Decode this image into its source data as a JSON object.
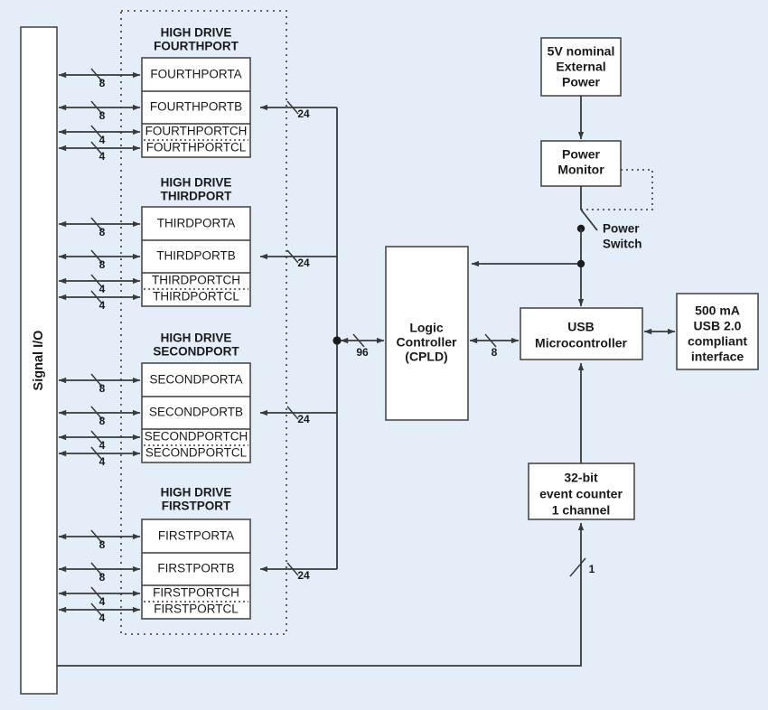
{
  "diagram": {
    "title": "Signal I/O block diagram",
    "background_color": "#e4eef8",
    "box_fill": "#ffffff",
    "line_color": "#3a3a3a"
  },
  "signal_io": {
    "label": "Signal I/O"
  },
  "port_groups": [
    {
      "id": "fourthport",
      "title_line1": "HIGH DRIVE",
      "title_line2": "FOURTHPORT",
      "rows": [
        {
          "label": "FOURTHPORTA",
          "width": "8"
        },
        {
          "label": "FOURTHPORTB",
          "width": "8"
        },
        {
          "label": "FOURTHPORTCH",
          "width": "4"
        },
        {
          "label": "FOURTHPORTCL",
          "width": "4"
        }
      ],
      "bus_width": "24"
    },
    {
      "id": "thirdport",
      "title_line1": "HIGH DRIVE",
      "title_line2": "THIRDPORT",
      "rows": [
        {
          "label": "THIRDPORTA",
          "width": "8"
        },
        {
          "label": "THIRDPORTB",
          "width": "8"
        },
        {
          "label": "THIRDPORTCH",
          "width": "4"
        },
        {
          "label": "THIRDPORTCL",
          "width": "4"
        }
      ],
      "bus_width": "24"
    },
    {
      "id": "secondport",
      "title_line1": "HIGH DRIVE",
      "title_line2": "SECONDPORT",
      "rows": [
        {
          "label": "SECONDPORTA",
          "width": "8"
        },
        {
          "label": "SECONDPORTB",
          "width": "8"
        },
        {
          "label": "SECONDPORTCH",
          "width": "4"
        },
        {
          "label": "SECONDPORTCL",
          "width": "4"
        }
      ],
      "bus_width": "24"
    },
    {
      "id": "firstport",
      "title_line1": "HIGH DRIVE",
      "title_line2": "FIRSTPORT",
      "rows": [
        {
          "label": "FIRSTPORTA",
          "width": "8"
        },
        {
          "label": "FIRSTPORTB",
          "width": "8"
        },
        {
          "label": "FIRSTPORTCH",
          "width": "4"
        },
        {
          "label": "FIRSTPORTCL",
          "width": "4"
        }
      ],
      "bus_width": "24"
    }
  ],
  "blocks": {
    "logic_controller": {
      "line1": "Logic",
      "line2": "Controller",
      "line3": "(CPLD)"
    },
    "usb_microcontroller": {
      "line1": "USB",
      "line2": "Microcontroller"
    },
    "usb_interface": {
      "line1": "500 mA",
      "line2": "USB 2.0",
      "line3": "compliant",
      "line4": "interface"
    },
    "external_power": {
      "line1": "5V nominal",
      "line2": "External",
      "line3": "Power"
    },
    "power_monitor": {
      "line1": "Power",
      "line2": "Monitor"
    },
    "event_counter": {
      "line1": "32-bit",
      "line2": "event counter",
      "line3": "1 channel"
    },
    "power_switch": {
      "line1": "Power",
      "line2": "Switch"
    }
  },
  "bus_widths": {
    "cpld_to_ports": "96",
    "cpld_to_usb": "8",
    "counter_input": "1"
  }
}
